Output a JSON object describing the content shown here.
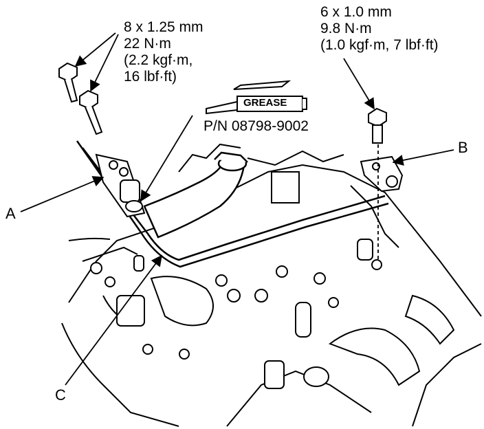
{
  "spec_left": {
    "line1": "8 x 1.25 mm",
    "line2": "22 N·m",
    "line3": "(2.2 kgf·m,",
    "line4": "16 lbf·ft)"
  },
  "spec_right": {
    "line1": "6 x 1.0 mm",
    "line2": "9.8 N·m",
    "line3": "(1.0 kgf·m, 7 lbf·ft)"
  },
  "grease": {
    "tube_label": "GREASE",
    "part_number": "P/N 08798-9002"
  },
  "callouts": {
    "a": "A",
    "b": "B",
    "c": "C"
  }
}
